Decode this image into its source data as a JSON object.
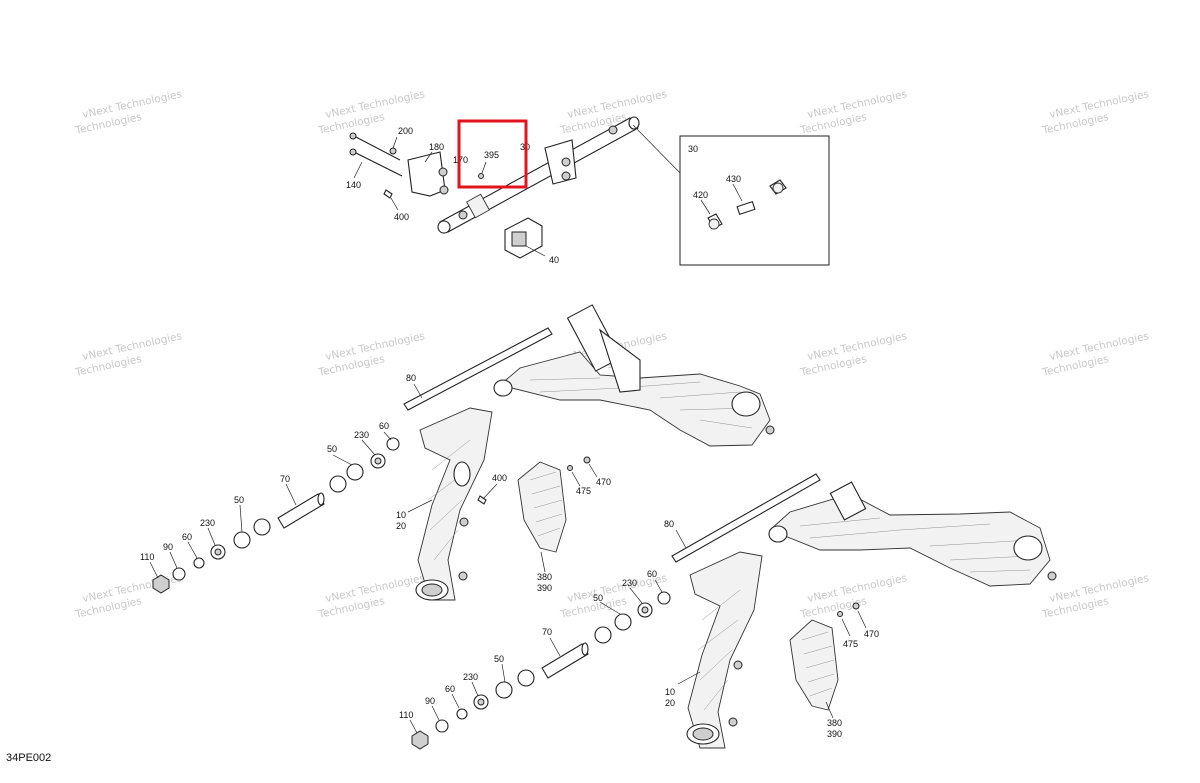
{
  "diagram_code": "34PE002",
  "watermark_text": "vNext Technologies",
  "highlight": {
    "color": "#e0141e",
    "callout": "395"
  },
  "detail_box": {
    "title": "30",
    "callouts": [
      "420",
      "430"
    ]
  },
  "callouts": {
    "c200": "200",
    "c180": "180",
    "c140": "140",
    "c400a": "400",
    "c170": "170",
    "c395": "395",
    "c30": "30",
    "c40": "40",
    "c80a": "80",
    "c60a": "60",
    "c230a": "230",
    "c50a": "50",
    "c400b": "400",
    "c470a": "470",
    "c475a": "475",
    "c70a": "70",
    "c50b": "50",
    "c10a": "10",
    "c20a": "20",
    "c230b": "230",
    "c60b": "60",
    "c90a": "90",
    "c110a": "110",
    "c380a": "380",
    "c390a": "390",
    "c80b": "80",
    "c60c": "60",
    "c230c": "230",
    "c50c": "50",
    "c70b": "70",
    "c50d": "50",
    "c230d": "230",
    "c60d": "60",
    "c90b": "90",
    "c110b": "110",
    "c10b": "10",
    "c20b": "20",
    "c470b": "470",
    "c475b": "475",
    "c380b": "380",
    "c390b": "390"
  }
}
